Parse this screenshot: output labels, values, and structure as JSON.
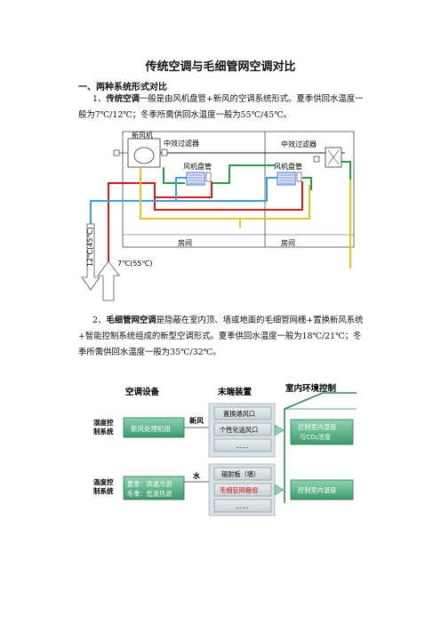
{
  "doc": {
    "title": "传统空调与毛细管网空调对比",
    "section1": "一、两种系统形式对比",
    "p1": {
      "num": "1、",
      "term": "传统空调",
      "text1": "一般是由风机盘管+新风的空调系统形式。夏季供回水温度一",
      "text2": "般为7℃/12℃；冬季所需供回水温度一般为55℃/45℃。"
    },
    "p2": {
      "num": "2、",
      "term": "毛细管网空调",
      "text1": "是隐蔽在室内顶、墙或地面的毛细管网栅+置换新风系统",
      "text2": "+智能控制系统组成的新型空调形式。夏季供回水温度一般为18℃/21℃；冬",
      "text3": "季所需供回水温度一般为35℃/32℃。"
    }
  },
  "fig1": {
    "fresh_unit": "新风机",
    "filter_left": "中效过滤器",
    "filter_right": "中效过滤器",
    "fcu_left": "风机盘管",
    "fcu_right": "风机盘管",
    "room_left": "房间",
    "room_right": "房间",
    "return_temp": "12℃(45℃)",
    "supply_temp": "7℃(55℃)"
  },
  "fig2": {
    "col1": "空调设备",
    "col2": "末端装置",
    "col3": "室内环境控制",
    "row1_label_a": "湿度控",
    "row1_label_b": "制系统",
    "row2_label_a": "温度控",
    "row2_label_b": "制系统",
    "equip1": "新风处理机组",
    "equip2_a": "夏季：高温冷源",
    "equip2_b": "冬季：低温热源",
    "medium1": "新风",
    "medium2": "水",
    "term1": "置换通风口",
    "term2": "个性化送风口",
    "term3": "……",
    "term4": "辐射板（墙）",
    "term5": "毛细管网栅组",
    "term6": "……",
    "ctrl1_a": "控制室内湿度",
    "ctrl1_b": "与CO₂浓度",
    "ctrl2": "控制室内温度"
  }
}
